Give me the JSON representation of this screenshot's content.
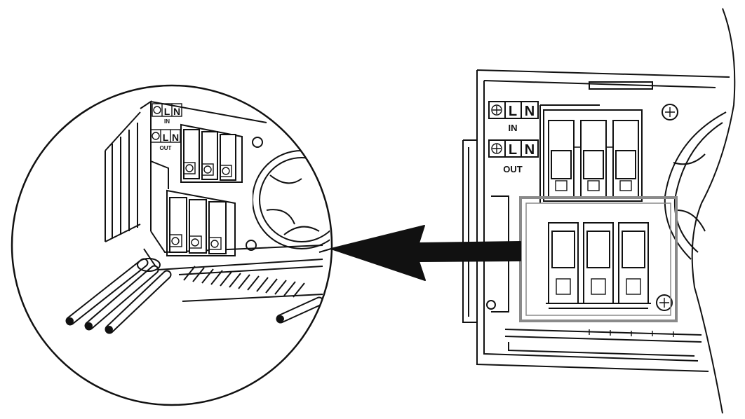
{
  "inverter": {
    "input_row": {
      "l": "L",
      "n": "N",
      "caption": "IN"
    },
    "output_row": {
      "l": "L",
      "n": "N",
      "caption": "OUT"
    }
  },
  "detail": {
    "input_row": {
      "l": "L",
      "n": "N",
      "caption": "IN"
    },
    "output_row": {
      "l": "L",
      "n": "N",
      "caption": "OUT"
    }
  },
  "icons": {
    "ground": "ground-symbol-icon",
    "screw": "screw-icon",
    "fan": "fan-icon",
    "arrow": "arrow-left-icon"
  },
  "colors": {
    "line": "#111111",
    "highlight_frame": "#8a8a8a",
    "background": "#ffffff"
  }
}
